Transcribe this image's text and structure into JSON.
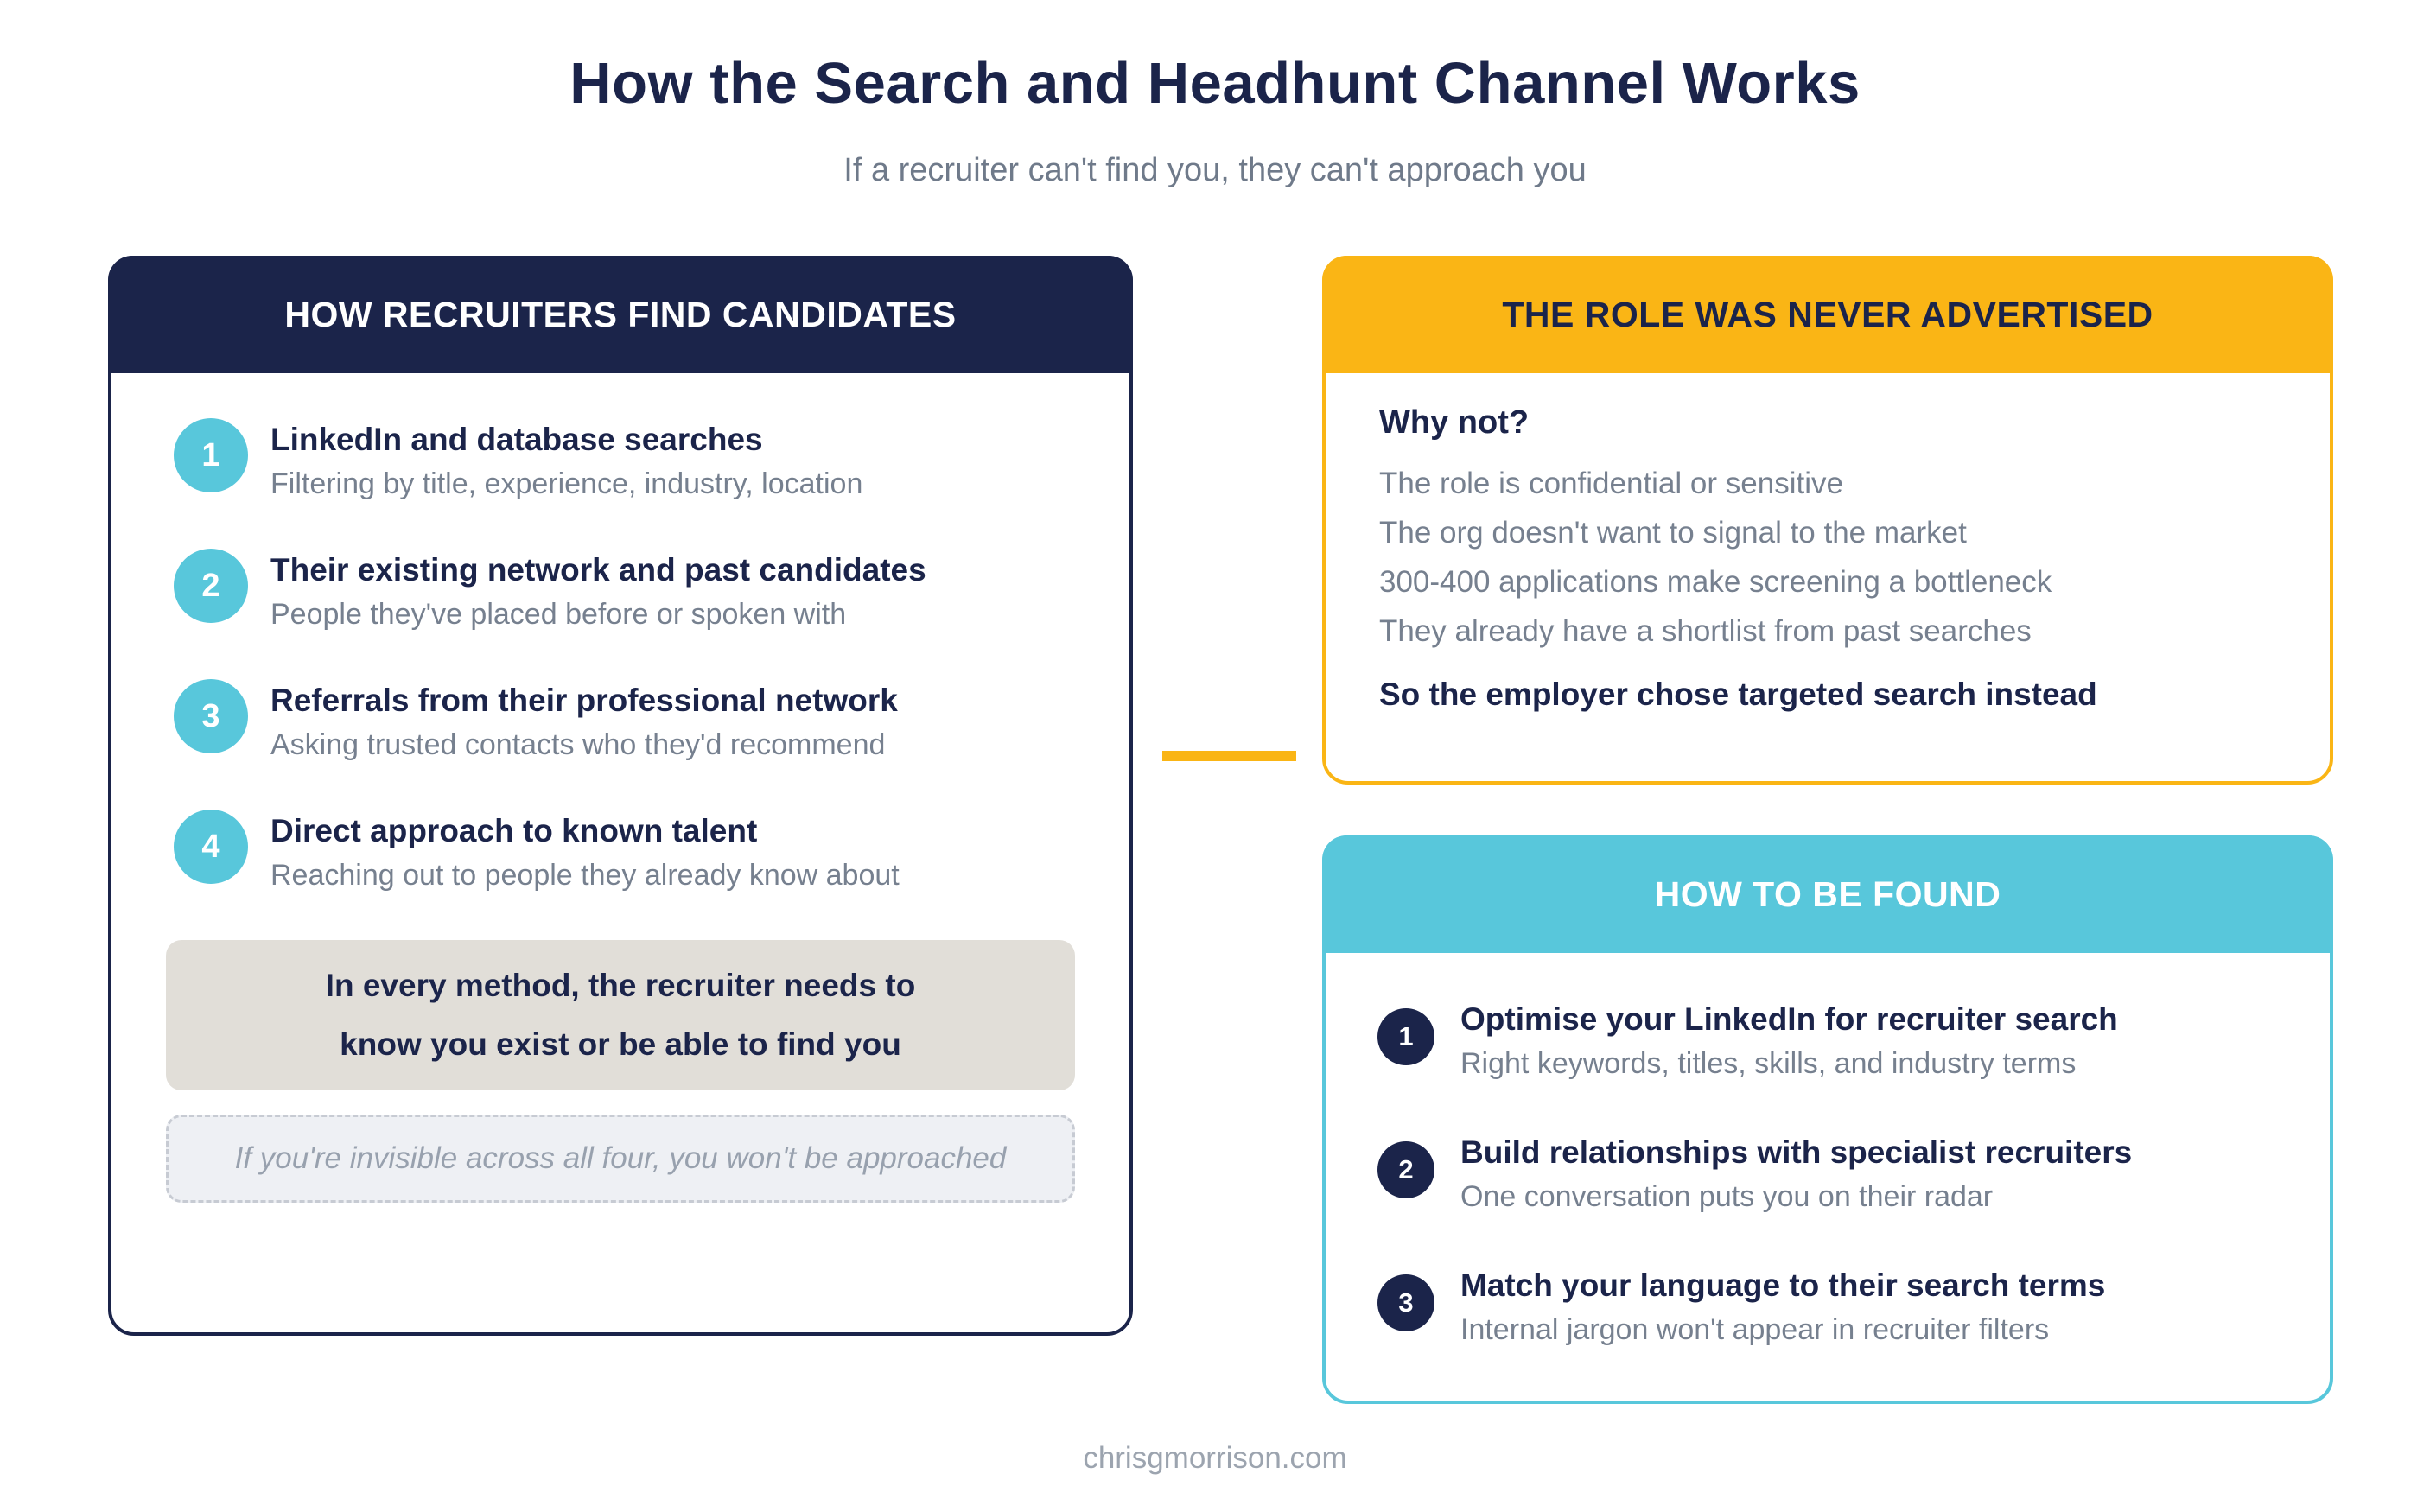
{
  "page": {
    "title": "How the Search and Headhunt Channel Works",
    "subtitle": "If a recruiter can't find you, they can't approach you",
    "footer": "chrisgmorrison.com"
  },
  "colors": {
    "navy": "#1B244A",
    "teal": "#58C7DB",
    "amber": "#FAB515",
    "gray_text": "#76808F",
    "beige_callout": "#E1DED8",
    "dashed_callout_bg": "#EEF0F4"
  },
  "left_card": {
    "header": "HOW RECRUITERS FIND CANDIDATES",
    "items": [
      {
        "number": "1",
        "title": "LinkedIn and database searches",
        "description": "Filtering by title, experience, industry, location"
      },
      {
        "number": "2",
        "title": "Their existing network and past candidates",
        "description": "People they've placed before or spoken with"
      },
      {
        "number": "3",
        "title": "Referrals from their professional network",
        "description": "Asking trusted contacts who they'd recommend"
      },
      {
        "number": "4",
        "title": "Direct approach to known talent",
        "description": "Reaching out to people they already know about"
      }
    ],
    "callout": {
      "line1": "In every method, the recruiter needs to",
      "line2": "know you exist or be able to find you"
    },
    "dashed_callout": "If you're invisible across all four, you won't be approached"
  },
  "role_card": {
    "header": "THE ROLE WAS NEVER ADVERTISED",
    "question": "Why not?",
    "reasons": [
      "The role is confidential or sensitive",
      "The org doesn't want to signal to the market",
      "300-400 applications make screening a bottleneck",
      "They already have a shortlist from past searches"
    ],
    "conclusion": "So the employer chose targeted search instead"
  },
  "found_card": {
    "header": "HOW TO BE FOUND",
    "items": [
      {
        "number": "1",
        "title": "Optimise your LinkedIn for recruiter search",
        "description": "Right keywords, titles, skills, and industry terms"
      },
      {
        "number": "2",
        "title": "Build relationships with specialist recruiters",
        "description": "One conversation puts you on their radar"
      },
      {
        "number": "3",
        "title": "Match your language to their search terms",
        "description": "Internal jargon won't appear in recruiter filters"
      }
    ]
  }
}
